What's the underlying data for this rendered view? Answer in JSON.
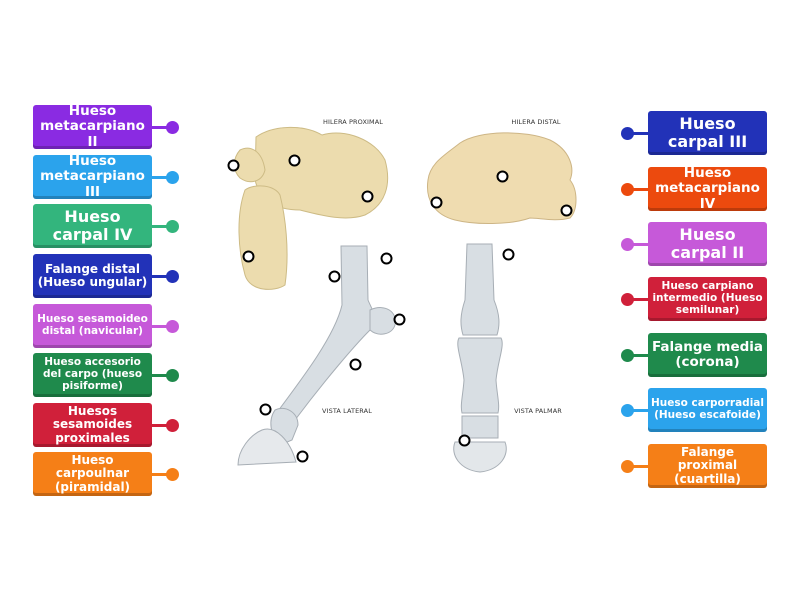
{
  "captions": {
    "proximal": "HILERA PROXIMAL",
    "distal": "HILERA DISTAL",
    "lateral": "VISTA LATERAL",
    "palmar": "VISTA PALMAR"
  },
  "left_labels": [
    {
      "text": "Hueso metacarpiano II",
      "color": "#8a2be2"
    },
    {
      "text": "Hueso metacarpiano III",
      "color": "#2ba3ec"
    },
    {
      "text": "Hueso carpal IV",
      "color": "#33b57d"
    },
    {
      "text": "Falange distal (Hueso ungular)",
      "color": "#2232b8"
    },
    {
      "text": "Hueso sesamoideo distal (navicular)",
      "color": "#c659d9"
    },
    {
      "text": "Hueso accesorio del carpo (hueso pisiforme)",
      "color": "#1f8a4c"
    },
    {
      "text": "Huesos sesamoides proximales",
      "color": "#d0203a"
    },
    {
      "text": "Hueso carpoulnar (piramidal)",
      "color": "#f57f17"
    }
  ],
  "right_labels": [
    {
      "text": "Hueso carpal III",
      "color": "#2232b8"
    },
    {
      "text": "Hueso metacarpiano IV",
      "color": "#ec4a0e"
    },
    {
      "text": "Hueso carpal II",
      "color": "#c659d9"
    },
    {
      "text": "Hueso carpiano intermedio (Hueso semilunar)",
      "color": "#d0203a"
    },
    {
      "text": "Falange media (corona)",
      "color": "#1f8a4c"
    },
    {
      "text": "Hueso carporradial (Hueso escafoide)",
      "color": "#2ba3ec"
    },
    {
      "text": "Falange proximal (cuartilla)",
      "color": "#f57f17"
    }
  ]
}
